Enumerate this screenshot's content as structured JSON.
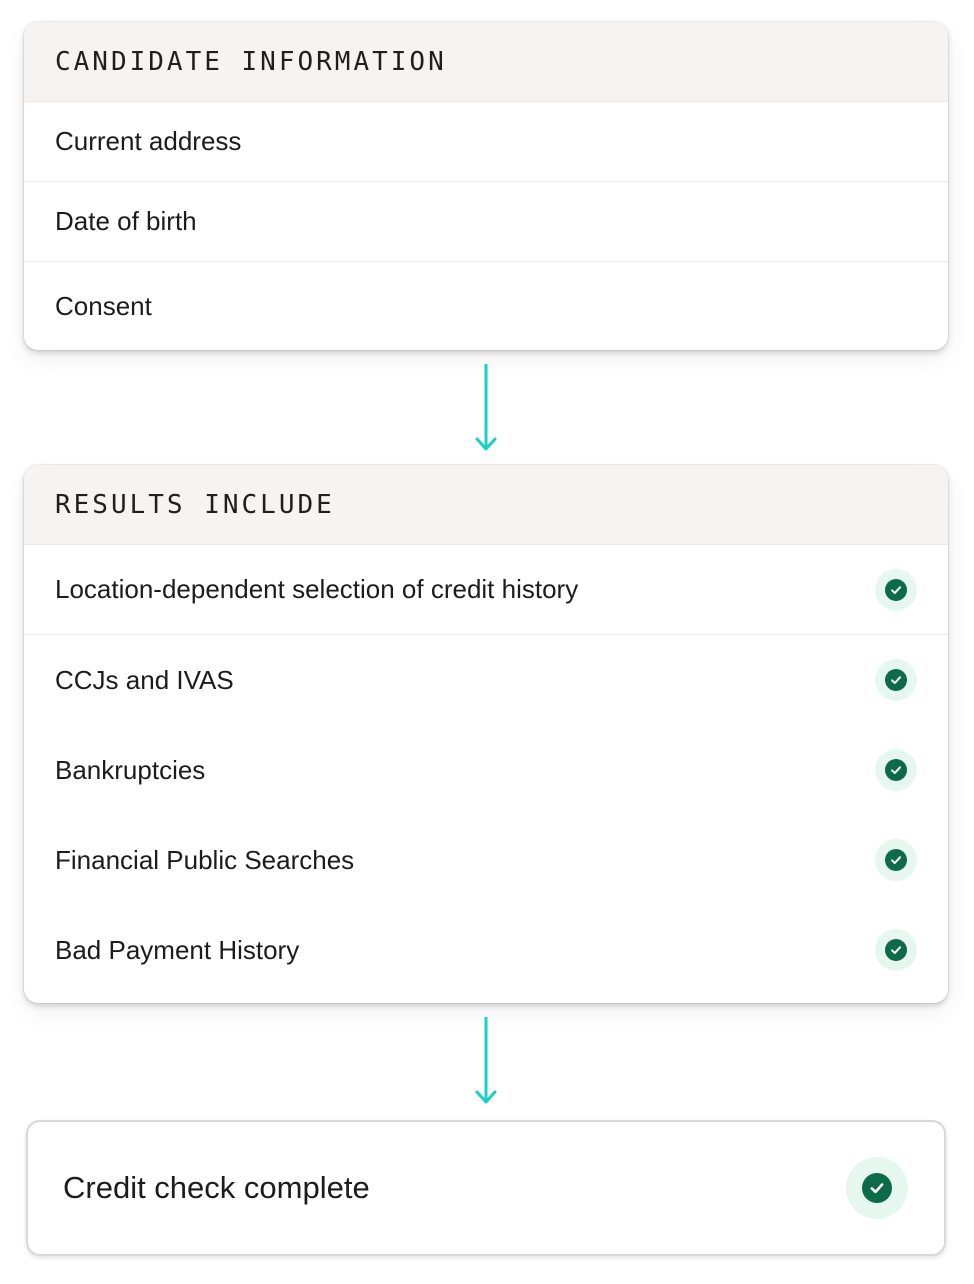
{
  "candidate_card": {
    "header": "CANDIDATE INFORMATION",
    "items": [
      {
        "label": "Current address"
      },
      {
        "label": "Date of birth"
      },
      {
        "label": "Consent"
      }
    ]
  },
  "results_card": {
    "header": "RESULTS INCLUDE",
    "items": [
      {
        "label": "Location-dependent selection of credit history",
        "icon": "check-circle-icon"
      },
      {
        "label": "CCJs and IVAS",
        "icon": "check-circle-icon"
      },
      {
        "label": "Bankruptcies",
        "icon": "check-circle-icon"
      },
      {
        "label": "Financial Public Searches",
        "icon": "check-circle-icon"
      },
      {
        "label": "Bad Payment History",
        "icon": "check-circle-icon"
      }
    ]
  },
  "completion": {
    "label": "Credit check complete",
    "icon": "check-circle-icon"
  },
  "colors": {
    "header_bg": "#f7f3f0",
    "arrow": "#1ccfc4",
    "check_fill": "#0e6b4a",
    "check_halo": "#e6f7ef"
  },
  "icons": {
    "flow_arrow": "arrow-down-icon"
  }
}
